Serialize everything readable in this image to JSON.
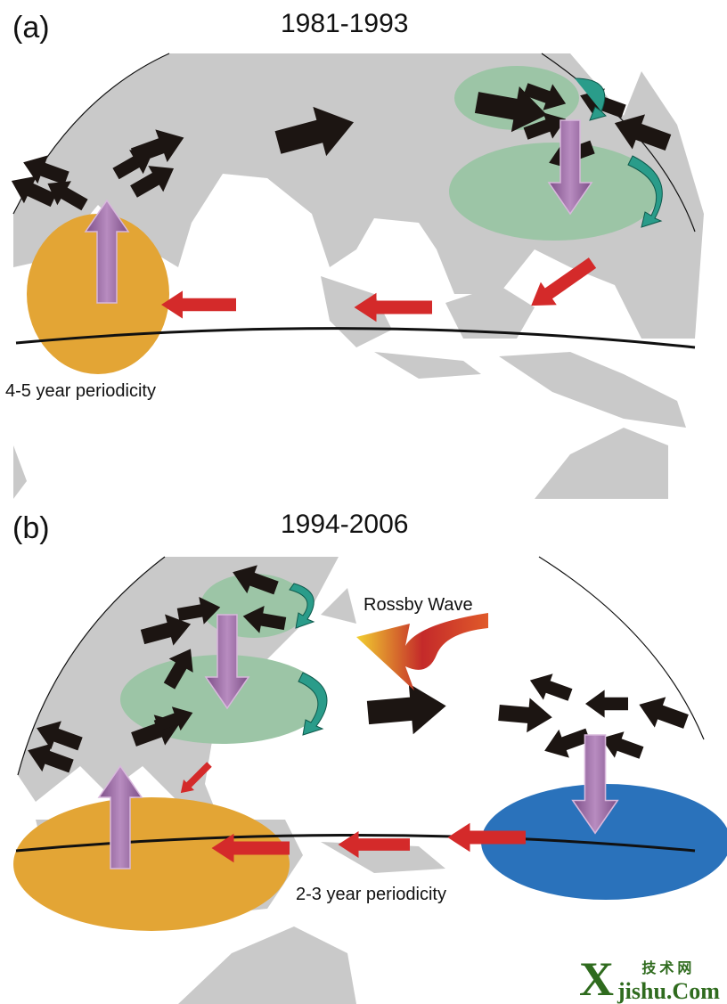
{
  "panels": [
    {
      "letter": "(a)",
      "title": "1981-1993",
      "note": "4-5 year periodicity"
    },
    {
      "letter": "(b)",
      "title": "1994-2006",
      "note": "2-3 year periodicity",
      "wave_label": "Rossby Wave"
    }
  ],
  "watermark": {
    "mark": "X",
    "chinese": "技术网",
    "domain": "jishu.Com"
  },
  "colors": {
    "land": "#c9c9c9",
    "warm": "#e3a535",
    "cool_green": "#9cc5a6",
    "cold_blue": "#2a72bb",
    "red_arrow": "#d42a2a",
    "purple_arrow": "#9c6aa4",
    "teal_arrow": "#2a9c8a"
  }
}
